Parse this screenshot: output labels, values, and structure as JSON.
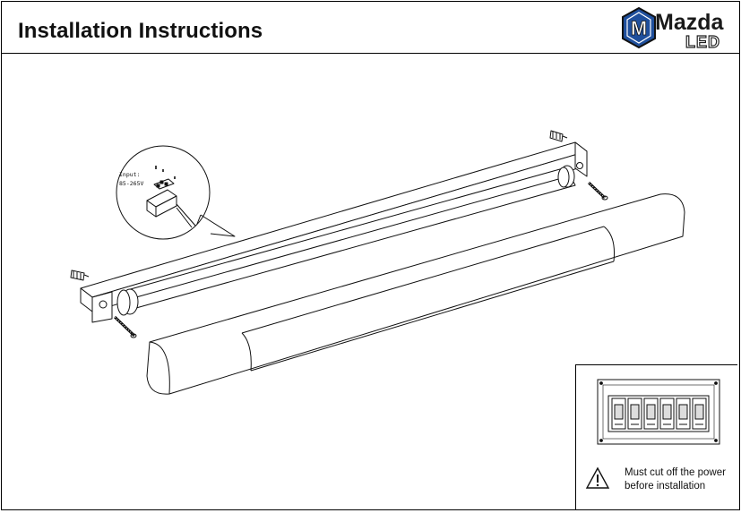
{
  "header": {
    "title": "Installation Instructions"
  },
  "logo": {
    "brand": "Mazda",
    "sub": "LED",
    "emblem": "M"
  },
  "diagram": {
    "input_label": "Input:",
    "voltage_label": "85-265V"
  },
  "warning": {
    "icon": "warning-triangle-icon",
    "line1": "Must cut off the power",
    "line2": "before installation"
  },
  "colors": {
    "line": "#111111",
    "blue": "#1f4f9c"
  }
}
